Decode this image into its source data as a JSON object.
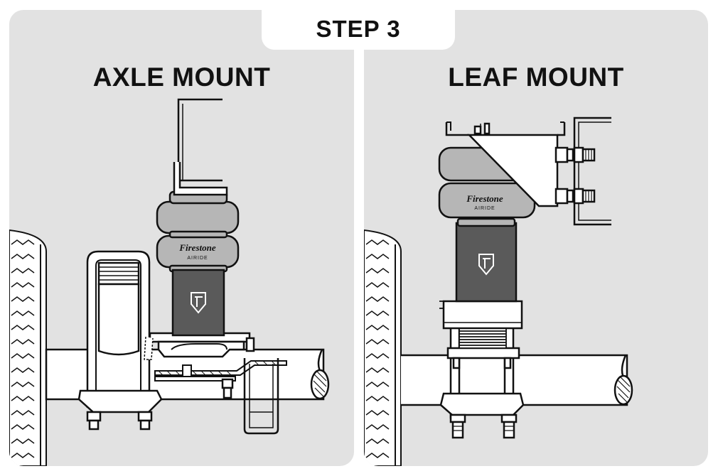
{
  "step": {
    "title": "STEP 3"
  },
  "axle_mount": {
    "title": "AXLE MOUNT",
    "bag_brand": "Firestone",
    "bag_sub": "AIRIDE"
  },
  "leaf_mount": {
    "title": "LEAF MOUNT",
    "bag_brand": "Firestone",
    "bag_sub": "AIRIDE"
  },
  "colors": {
    "panel_bg": "#e2e2e2",
    "bellow_gray": "#b6b6b6",
    "piston_dark": "#5a5a5a",
    "line": "#111111"
  }
}
